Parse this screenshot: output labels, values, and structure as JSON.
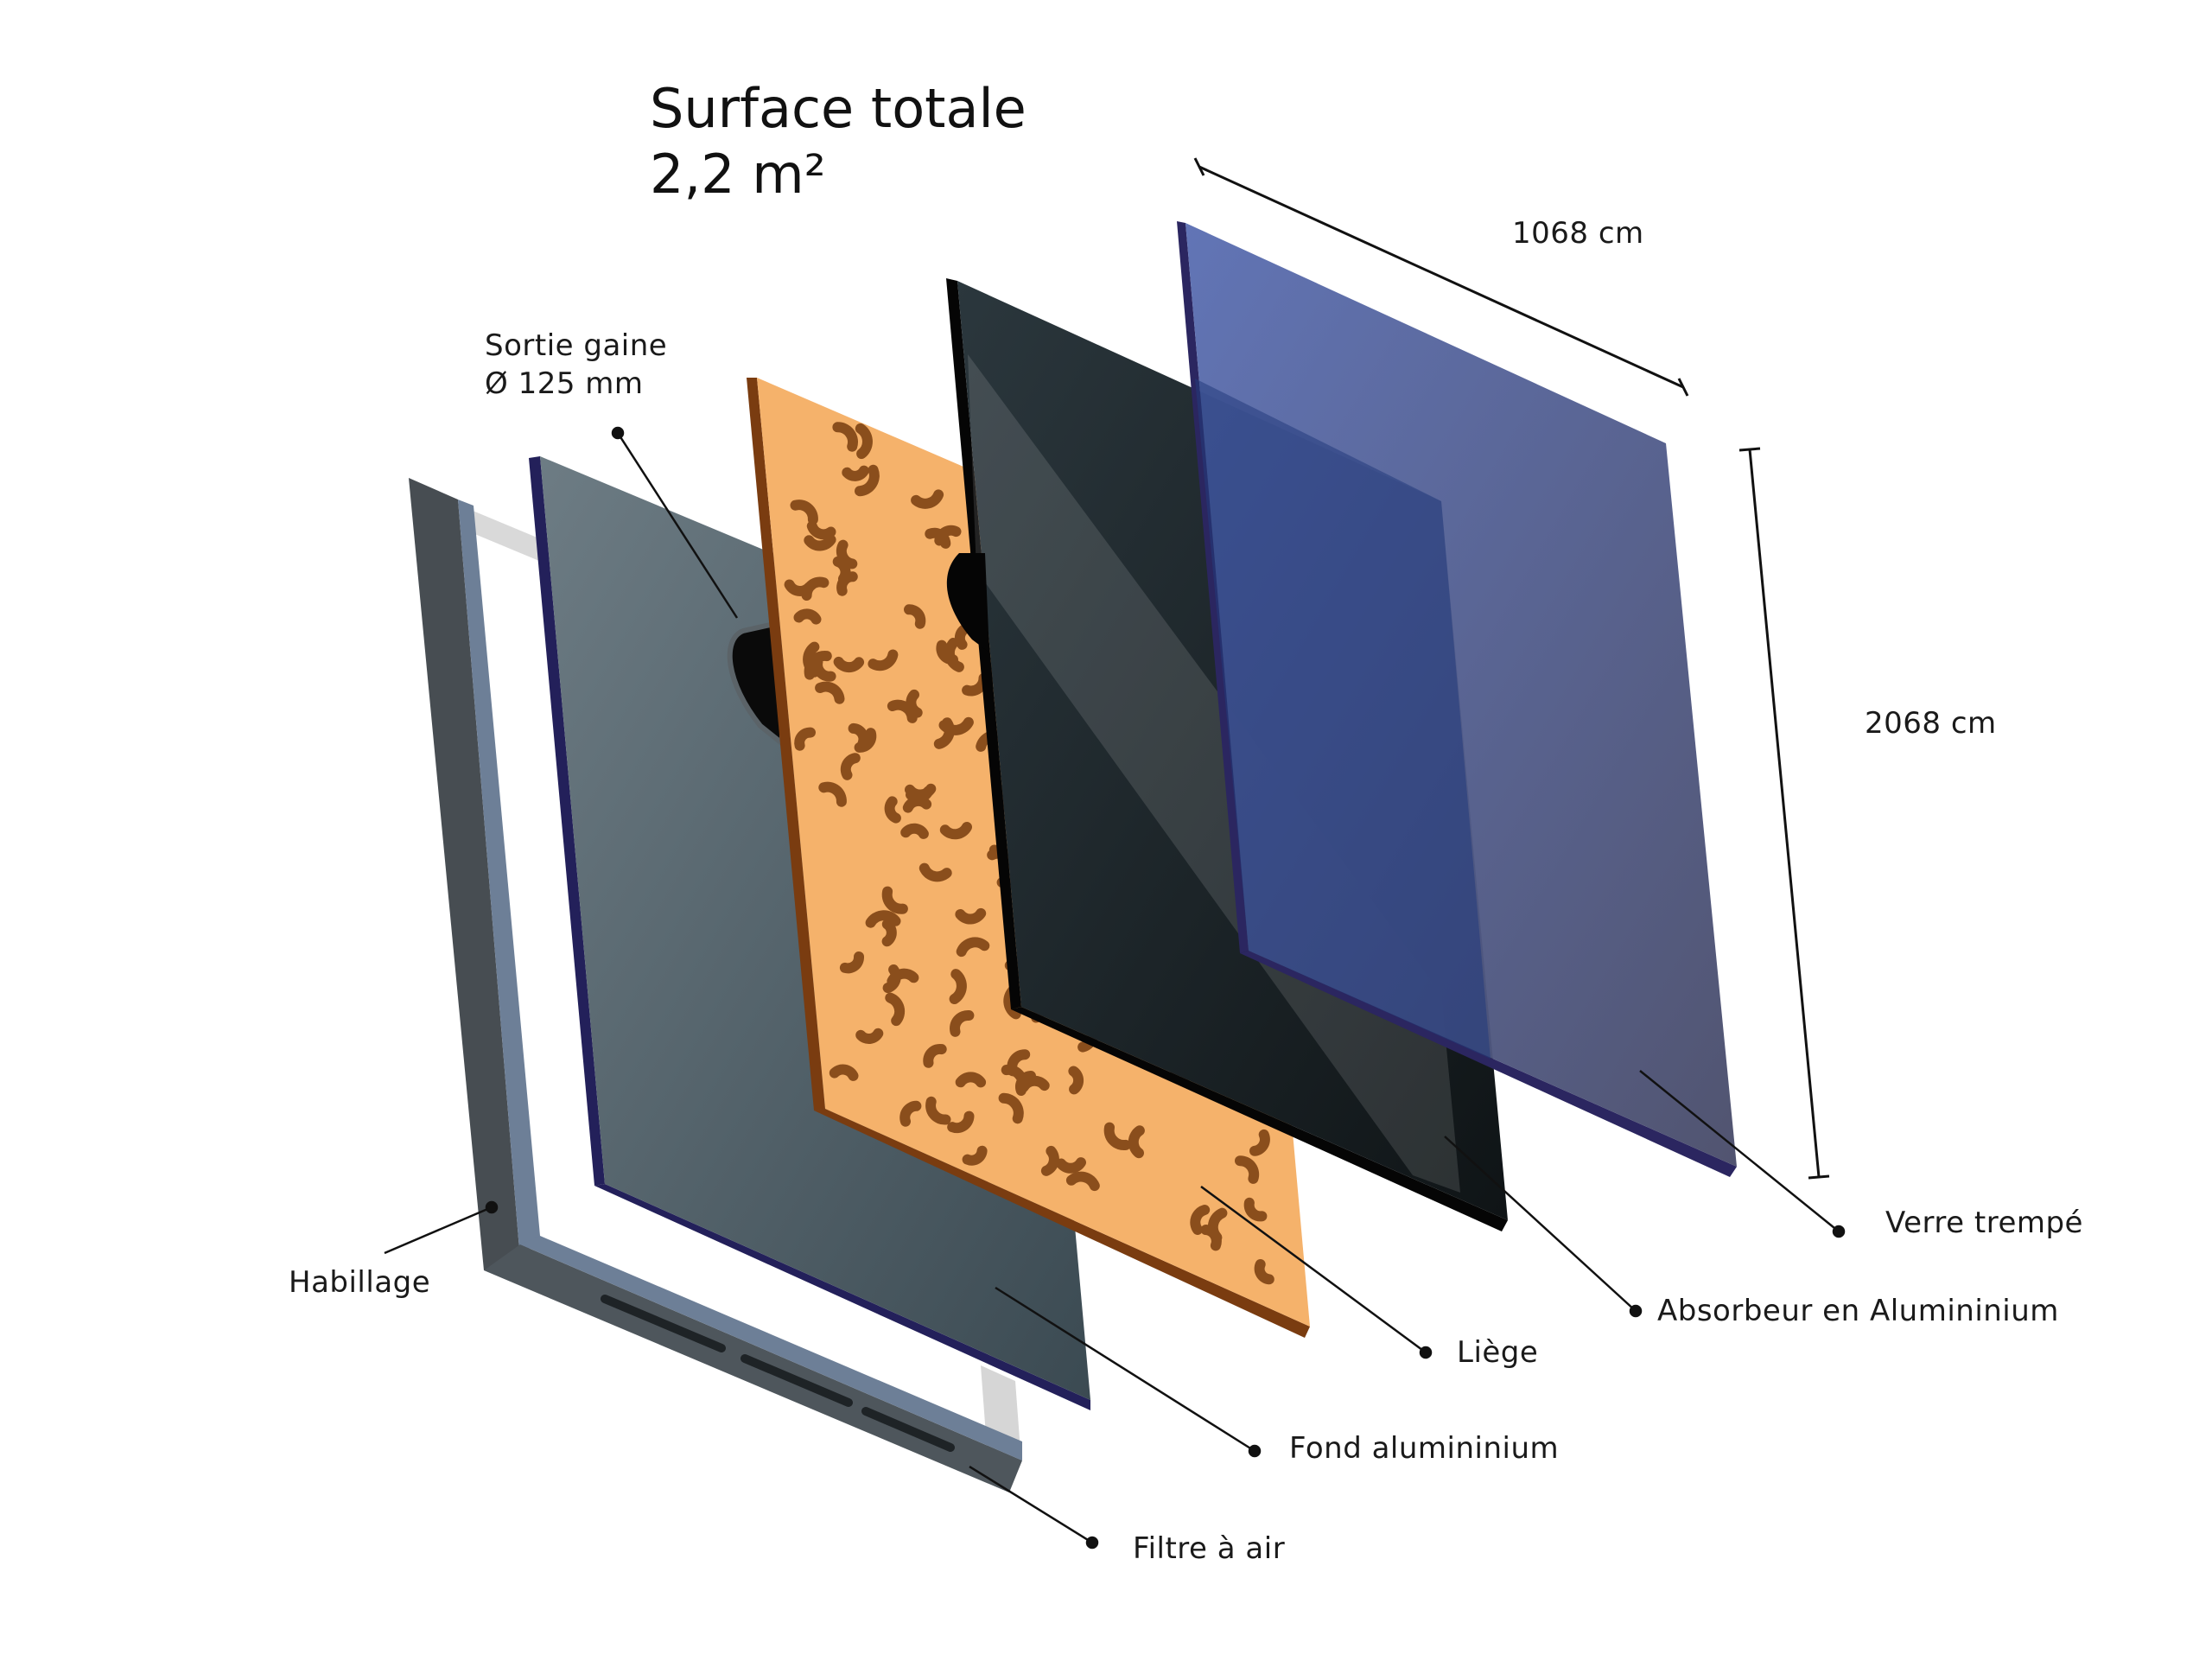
{
  "title": {
    "line1": "Surface totale",
    "line2": "2,2 m²"
  },
  "dimensions": {
    "width": "1068 cm",
    "height": "2068 cm"
  },
  "labels": {
    "sortie_gaine_line1": "Sortie gaine",
    "sortie_gaine_line2": "Ø 125 mm",
    "habillage": "Habillage",
    "verre_trempe": "Verre trempé",
    "absorbeur": "Absorbeur en Alumininium",
    "liege": "Liège",
    "fond": "Fond alumininium",
    "filtre": "Filtre à air"
  },
  "colors": {
    "glass": "#5a6aa8",
    "glass_edge": "#2b2660",
    "absorber": "#1c2529",
    "cork": "#f5b26b",
    "cork_spots": "#8a4e1c",
    "back_panel": "#56666f",
    "frame": "#4b5258"
  }
}
